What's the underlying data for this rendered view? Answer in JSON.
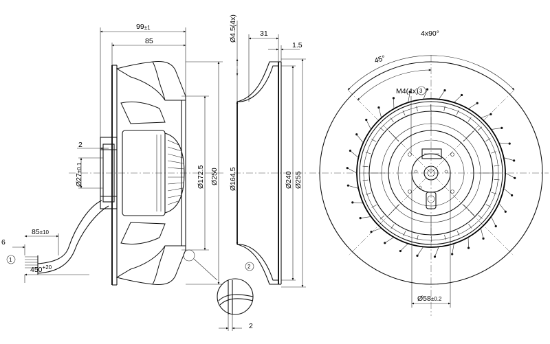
{
  "side_view": {
    "dim_overall_width": "99",
    "dim_overall_width_tol": "±1",
    "dim_hub_width": "85",
    "dim_step": "2",
    "dim_inlet_diameter": "Ø27",
    "dim_inlet_diameter_tol": "±0.1",
    "dim_diameter_a": "Ø172.5",
    "dim_diameter_b": "Ø250",
    "cable_dim_a": "6",
    "cable_dim_b": "85",
    "cable_dim_b_tol": "±10",
    "cable_length": "450",
    "cable_length_tol": "+20",
    "callout_1": "1"
  },
  "section_view": {
    "dim_holes": "Ø4.5(4x)",
    "dim_depth": "31",
    "dim_thickness": "1.5",
    "dim_inner_diameter": "Ø164.5",
    "dim_diameter_c": "Ø240",
    "dim_diameter_d": "Ø255",
    "callout_2": "2",
    "detail_dim": "2"
  },
  "front_view": {
    "angle_pattern": "4x90°",
    "angle_offset": "45°",
    "thread_label": "M4(4x)",
    "thread_callout": "3",
    "dim_hub_diameter": "Ø58",
    "dim_hub_diameter_tol": "±0.2"
  }
}
